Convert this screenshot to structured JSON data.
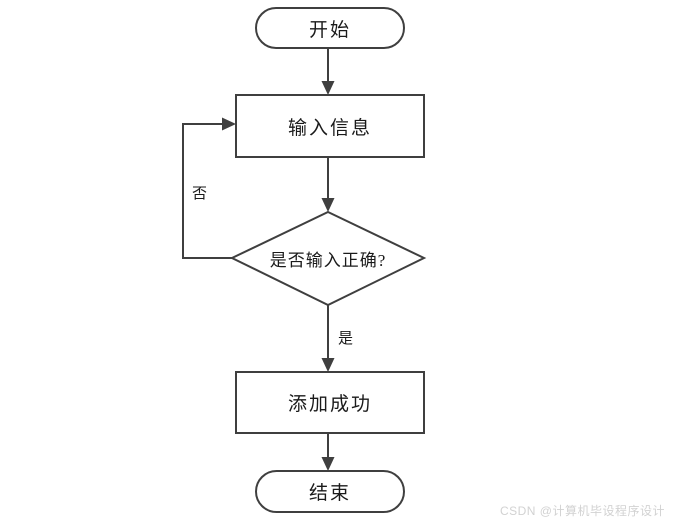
{
  "diagram": {
    "type": "flowchart",
    "title": "",
    "background_color": "#ffffff",
    "line_color": "#3f3f3f",
    "text_color": "#1a1a1a",
    "nodes": [
      {
        "id": "start",
        "shape": "terminator",
        "label": "开始"
      },
      {
        "id": "input",
        "shape": "process",
        "label": "输入信息"
      },
      {
        "id": "decision",
        "shape": "decision",
        "label": "是否输入正确?"
      },
      {
        "id": "success",
        "shape": "process",
        "label": "添加成功"
      },
      {
        "id": "end",
        "shape": "terminator",
        "label": "结束"
      }
    ],
    "edges": [
      {
        "from": "start",
        "to": "input",
        "label": ""
      },
      {
        "from": "input",
        "to": "decision",
        "label": ""
      },
      {
        "from": "decision",
        "to": "input",
        "label": "否"
      },
      {
        "from": "decision",
        "to": "success",
        "label": "是"
      },
      {
        "from": "success",
        "to": "end",
        "label": ""
      }
    ]
  },
  "watermark": {
    "text": "CSDN @计算机毕设程序设计",
    "color": "#d2d2d2"
  }
}
